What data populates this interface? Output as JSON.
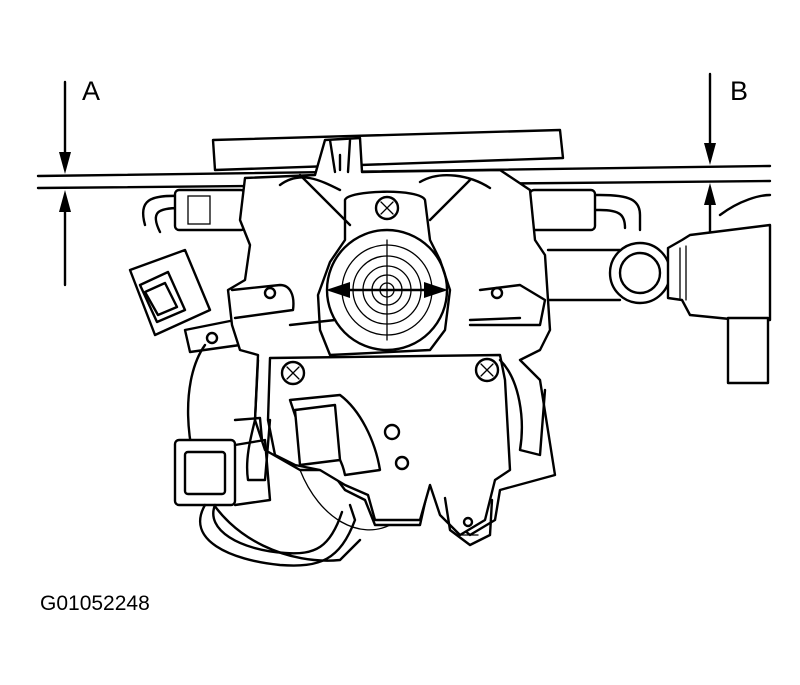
{
  "figure": {
    "labels": {
      "a": "A",
      "b": "B"
    },
    "code": "G01052248"
  }
}
